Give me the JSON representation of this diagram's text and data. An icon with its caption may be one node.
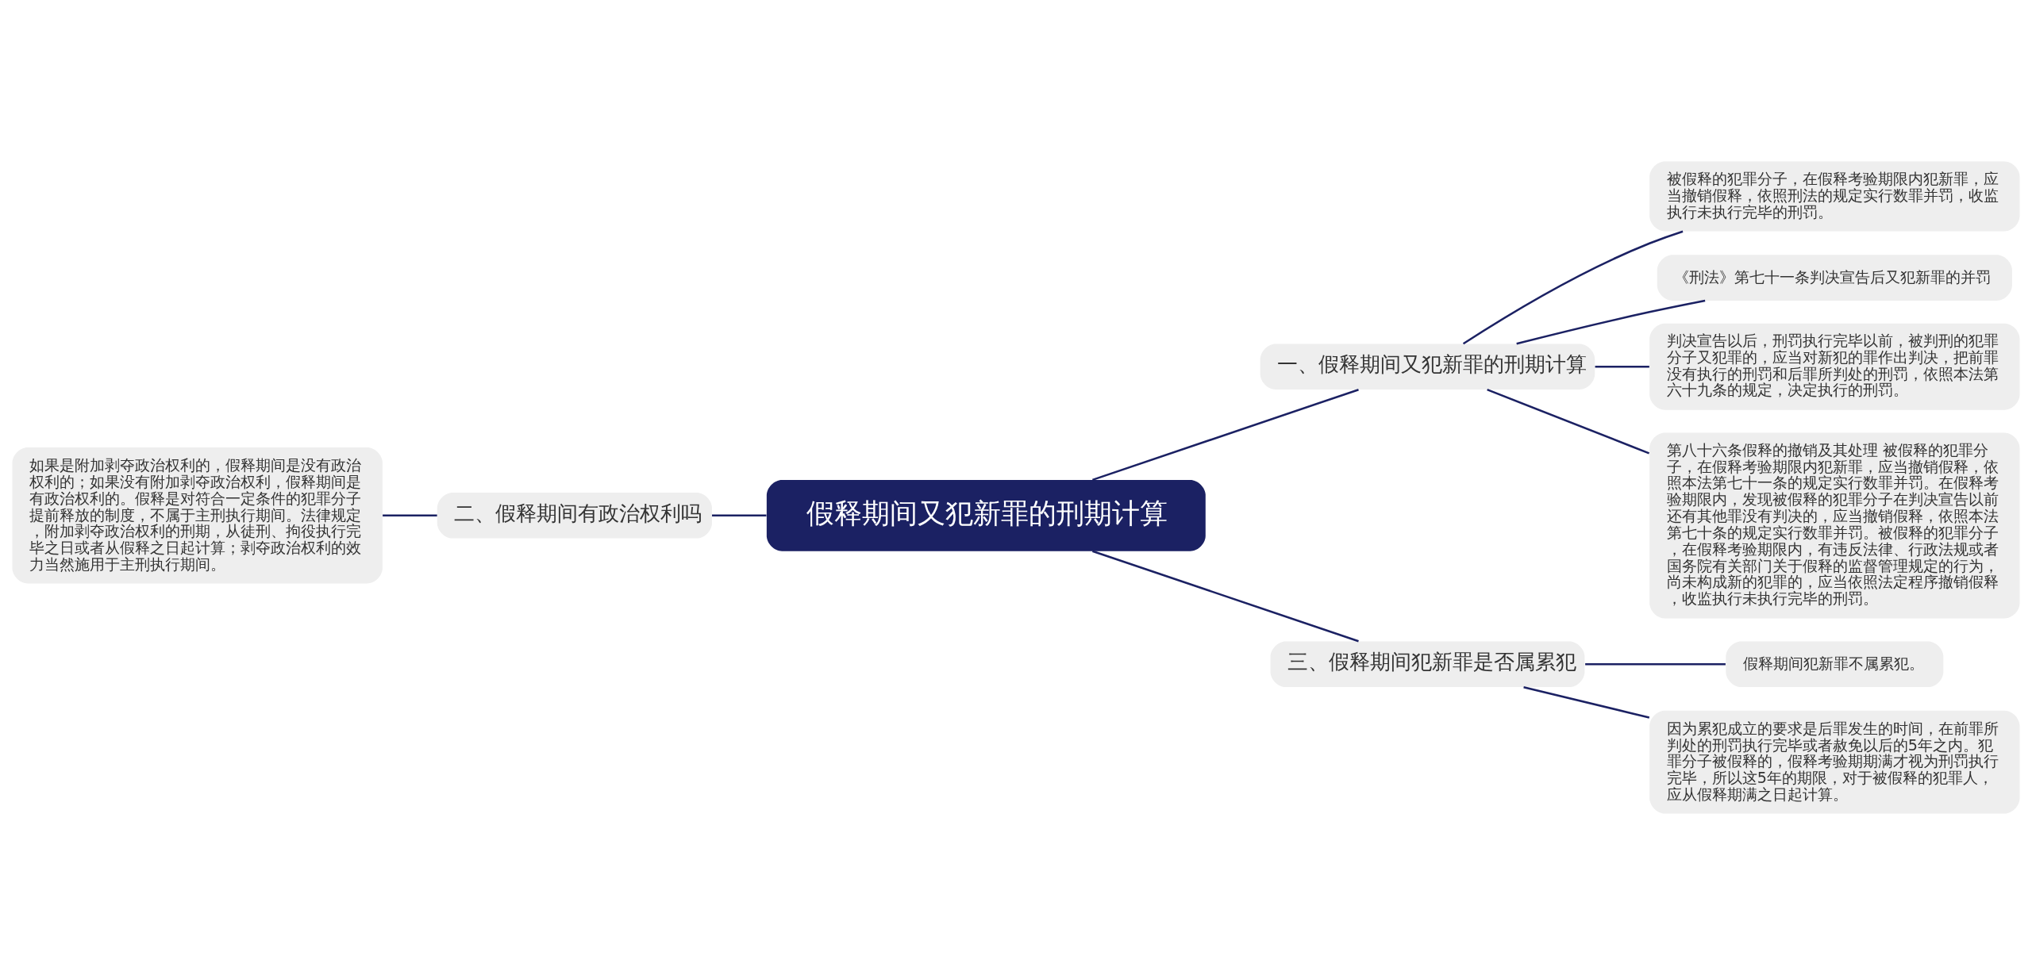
{
  "diagram": {
    "nodes": [
      {
        "text": [
          "假释期间又犯新罪的刑期计算"
        ]
      },
      {
        "text": [
          "一、假释期间又犯新罪的刑期计算"
        ]
      },
      {
        "text": [
          "被假释的犯罪分子，在假释考验期限内犯新罪，应当撤销假释，依照刑法的规定实行数罪并罚，收监执行未执行完毕的刑罚。"
        ]
      },
      {
        "text": [
          "《刑法》第七十一条判决宣告后又犯新罪的并罚"
        ]
      },
      {
        "text": [
          "判决宣告以后，刑罚执行完毕以前，被判刑的犯罪分子又犯罪的，应当对新犯的罪作出判决，把前罪没有执行的刑罚和后罪所判处的刑罚，依照本法第六十九条的规定，决定执行的刑罚。"
        ]
      },
      {
        "text": [
          "第八十六条假释的撤销及其处理 被假释的犯罪分子，在假释考验期限内犯新罪，应当撤销假释，依照本法第七十一条的规定实行数罪并罚。在假释考验期限内，发现被假释的犯罪分子在判决宣告以前还有其他罪没有判决的，应当撤销假释，依照本法第七十条的规定实行数罪并罚。被假释的犯罪分子，在假释考验期限内，有违反法律、行政法规或者国务院有关部门关于假释的监督管理规定的行为，尚未构成新的犯罪的，应当依照法定程序撤销假释，收监执行未执行完毕的刑罚。"
        ]
      },
      {
        "text": [
          "二、假释期间有政治权利吗"
        ]
      },
      {
        "text": [
          "如果是附加剥夺政治权利的，假释期间是没有政治权利的；如果没有附加剥夺政治权利，假释期间是有政治权利的。假释是对符合一定条件的犯罪分子提前释放的制度，不属于主刑执行期间。法律规定，附加剥夺政治权利的刑期，从徒刑、拘役执行完毕之日或者从假释之日起计算；剥夺政治权利的效力当然施用于主刑执行期间。"
        ]
      },
      {
        "text": [
          "三、假释期间犯新罪是否属累犯"
        ]
      },
      {
        "text": [
          "假释期间犯新罪不属累犯。"
        ]
      },
      {
        "text": [
          "因为累犯成立的要求是后罪发生的时间，在前罪所判处的刑罚执行完毕或者赦免以后的5年之内。犯罪分子被假释的，假释考验期期满才视为刑罚执行完毕，所以这5年的期限，对于被假释的犯罪人，应从假释期满之日起计算。"
        ]
      }
    ],
    "edges": [
      {
        "from": 0,
        "to": 1,
        "arrow": "none"
      },
      {
        "from": 1,
        "to": 2,
        "arrow": "none"
      },
      {
        "from": 1,
        "to": 3,
        "arrow": "none"
      },
      {
        "from": 1,
        "to": 4,
        "arrow": "none"
      },
      {
        "from": 1,
        "to": 5,
        "arrow": "none"
      },
      {
        "from": 0,
        "to": 6,
        "arrow": "none"
      },
      {
        "from": 6,
        "to": 7,
        "arrow": "none"
      },
      {
        "from": 0,
        "to": 8,
        "arrow": "none"
      },
      {
        "from": 8,
        "to": 9,
        "arrow": "none"
      },
      {
        "from": 8,
        "to": 10,
        "arrow": "none"
      }
    ]
  }
}
